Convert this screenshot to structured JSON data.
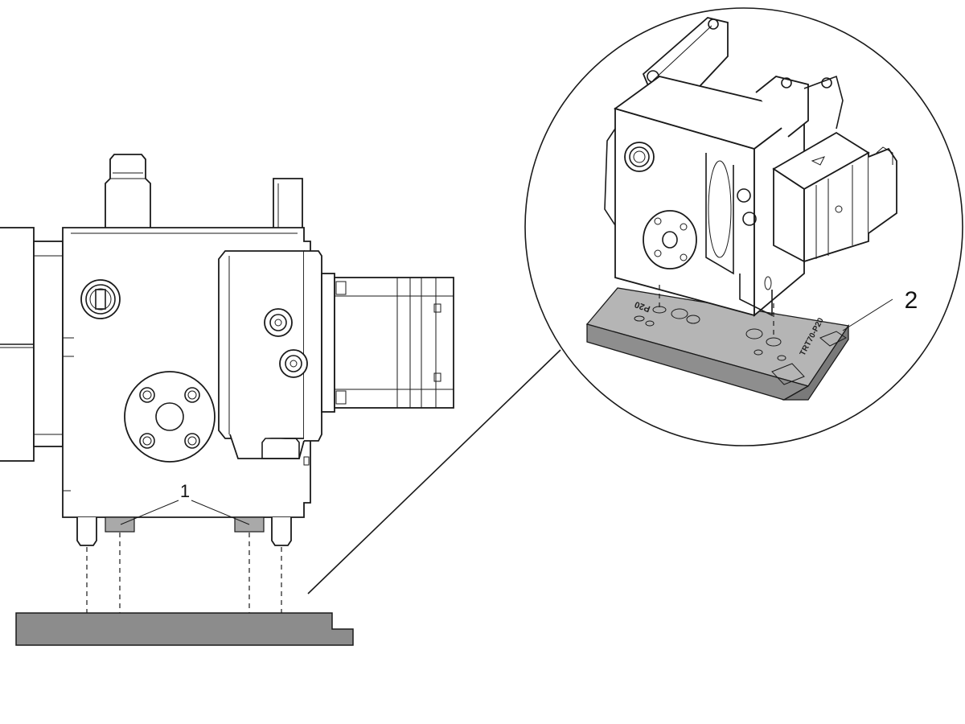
{
  "callouts": {
    "pin_bushings": "1",
    "adapter_plate": "2"
  },
  "plate_engravings": {
    "left": "P20",
    "right": "TRT70-P20"
  }
}
